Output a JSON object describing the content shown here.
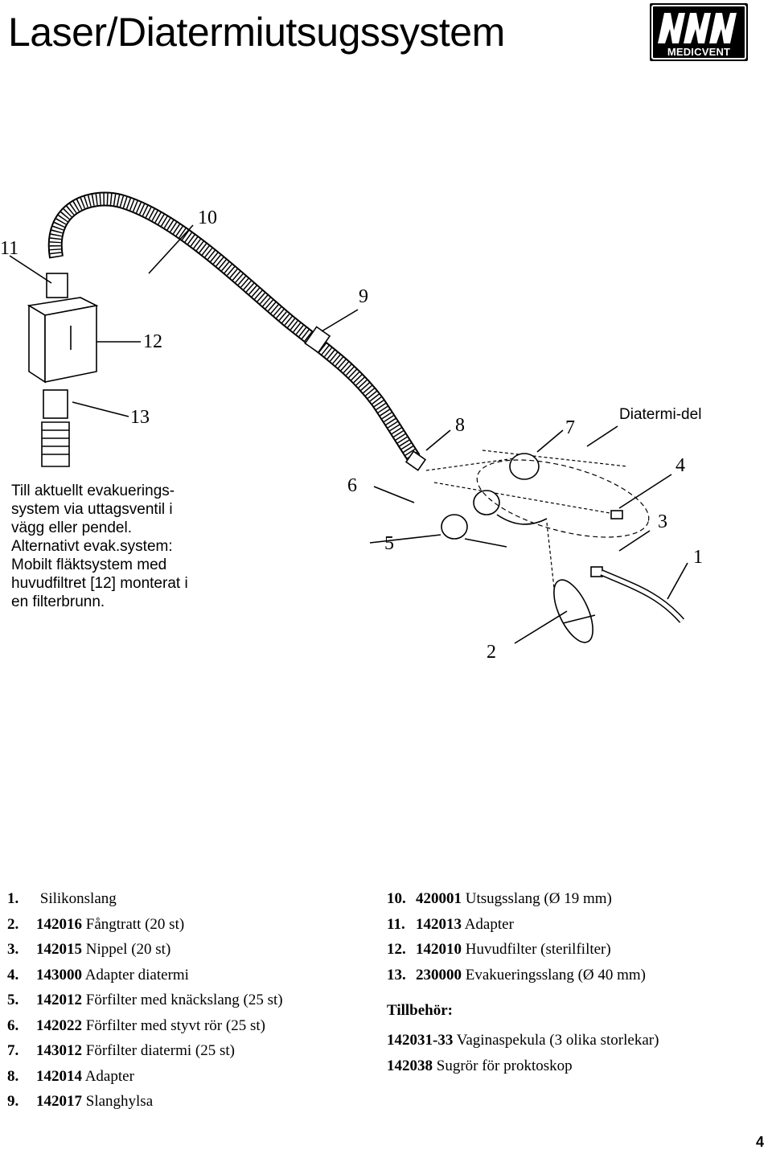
{
  "title": "Laser/Diatermiutsugssystem",
  "logo": {
    "text": "MEDICVENT"
  },
  "callouts": [
    "1",
    "2",
    "3",
    "4",
    "5",
    "6",
    "7",
    "8",
    "9",
    "10",
    "11",
    "12",
    "13"
  ],
  "diatermi_label": "Diatermi-del",
  "note_lines": [
    "Till aktuellt evakuerings-",
    "system via uttagsventil i",
    "vägg eller pendel.",
    "Alternativt evak.system:",
    "Mobilt fläktsystem med",
    "huvudfiltret [12] monterat i",
    "en filterbrunn."
  ],
  "parts_left": [
    {
      "num": "1.",
      "code": "",
      "desc": "Silikonslang"
    },
    {
      "num": "2.",
      "code": "142016",
      "desc": "Fångtratt (20 st)"
    },
    {
      "num": "3.",
      "code": "142015",
      "desc": "Nippel (20 st)"
    },
    {
      "num": "4.",
      "code": "143000",
      "desc": "Adapter diatermi"
    },
    {
      "num": "5.",
      "code": "142012",
      "desc": "Förfilter med knäckslang (25 st)"
    },
    {
      "num": "6.",
      "code": "142022",
      "desc": "Förfilter med styvt rör (25 st)"
    },
    {
      "num": "7.",
      "code": "143012",
      "desc": "Förfilter diatermi (25 st)"
    },
    {
      "num": "8.",
      "code": "142014",
      "desc": "Adapter"
    },
    {
      "num": "9.",
      "code": "142017",
      "desc": "Slanghylsa"
    }
  ],
  "parts_right": [
    {
      "num": "10.",
      "code": "420001",
      "desc": "Utsugsslang (Ø 19 mm)"
    },
    {
      "num": "11.",
      "code": "142013",
      "desc": "Adapter"
    },
    {
      "num": "12.",
      "code": "142010",
      "desc": "Huvudfilter (sterilfilter)"
    },
    {
      "num": "13.",
      "code": "230000",
      "desc": "Evakueringsslang (Ø 40 mm)"
    }
  ],
  "accessories_heading": "Tillbehör:",
  "accessories": [
    {
      "code": "142031-33",
      "desc": "Vaginaspekula (3 olika storlekar)"
    },
    {
      "code": "142038",
      "desc": "Sugrör för proktoskop"
    }
  ],
  "page_number": "4"
}
